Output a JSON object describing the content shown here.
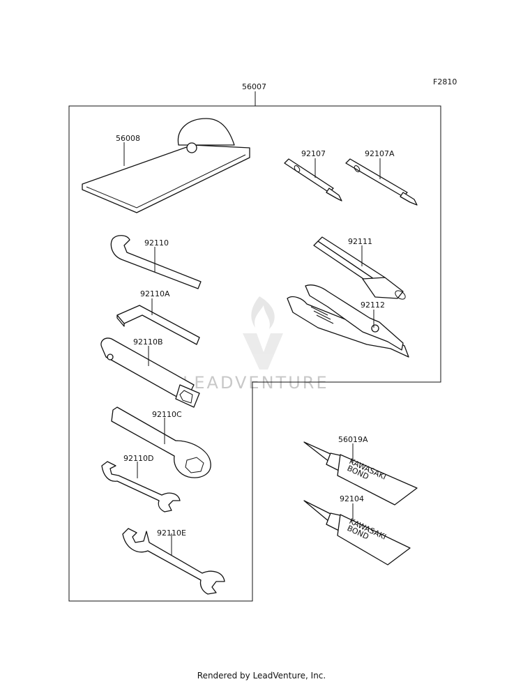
{
  "figure_code": "F2810",
  "watermark": "LEADVENTURE",
  "footer": "Rendered by LeadVenture, Inc.",
  "parts": {
    "kit": "56007",
    "pouch": "56008",
    "screwdriver": "92107",
    "screwdriver_a": "92107A",
    "hook_wrench": "92110",
    "hex_key": "92110A",
    "plug_socket": "92110B",
    "ring_wrench": "92110C",
    "open_wrench_small": "92110D",
    "open_wrench": "92110E",
    "handle": "92111",
    "pliers": "92112",
    "bond_tube_a": "56019A",
    "bond_tube": "92104"
  },
  "tube_print": [
    "KAWASAKI",
    "BOND"
  ]
}
